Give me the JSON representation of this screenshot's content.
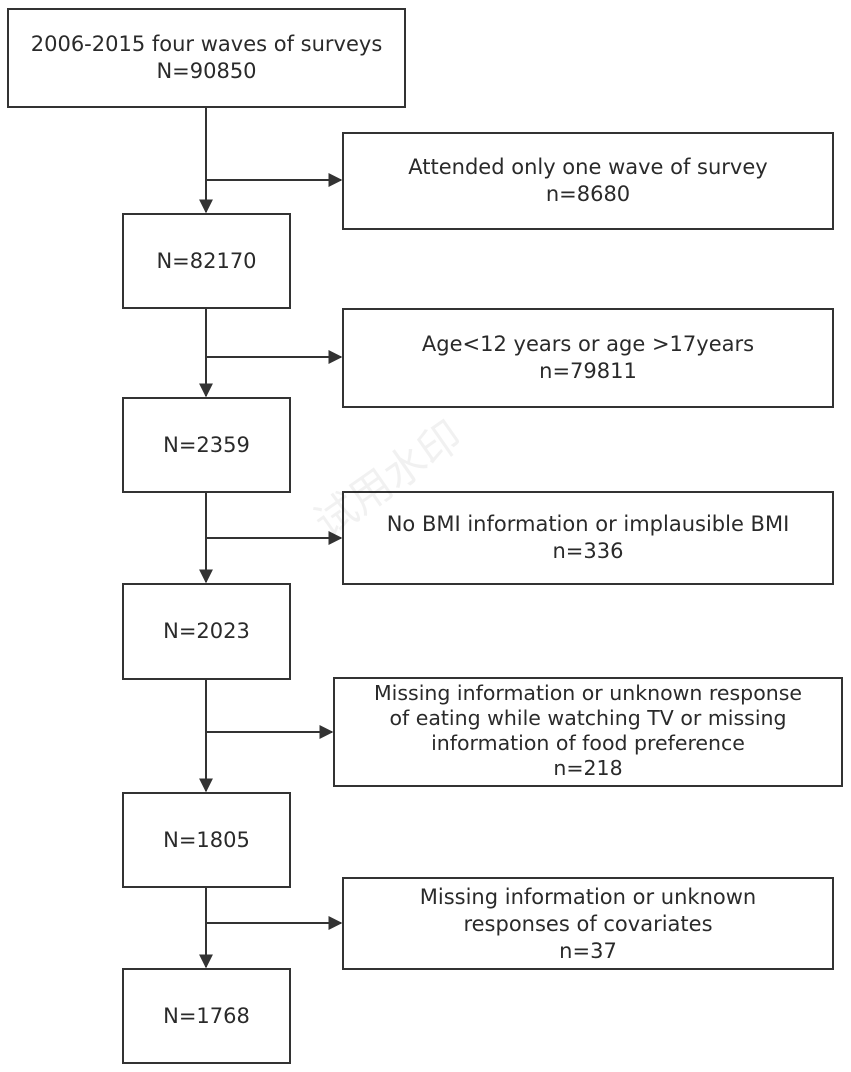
{
  "main_boxes": [
    {
      "lines": [
        "2006-2015 four waves of surveys",
        "N=90850"
      ]
    },
    {
      "lines": [
        "N=82170"
      ]
    },
    {
      "lines": [
        "N=2359"
      ]
    },
    {
      "lines": [
        "N=2023"
      ]
    },
    {
      "lines": [
        "N=1805"
      ]
    },
    {
      "lines": [
        "N=1768"
      ]
    }
  ],
  "exclusion_boxes": [
    {
      "lines": [
        "Attended only one wave of survey",
        "n=8680"
      ]
    },
    {
      "lines": [
        "Age<12 years or age >17years",
        "n=79811"
      ]
    },
    {
      "lines": [
        "No BMI information or implausible BMI",
        "n=336"
      ]
    },
    {
      "lines": [
        "Missing information or unknown response",
        "of eating while watching TV or missing",
        "information of food preference",
        "n=218"
      ]
    },
    {
      "lines": [
        "Missing information or unknown",
        "responses of covariates",
        "n=37"
      ]
    }
  ],
  "watermark": "试用水印"
}
